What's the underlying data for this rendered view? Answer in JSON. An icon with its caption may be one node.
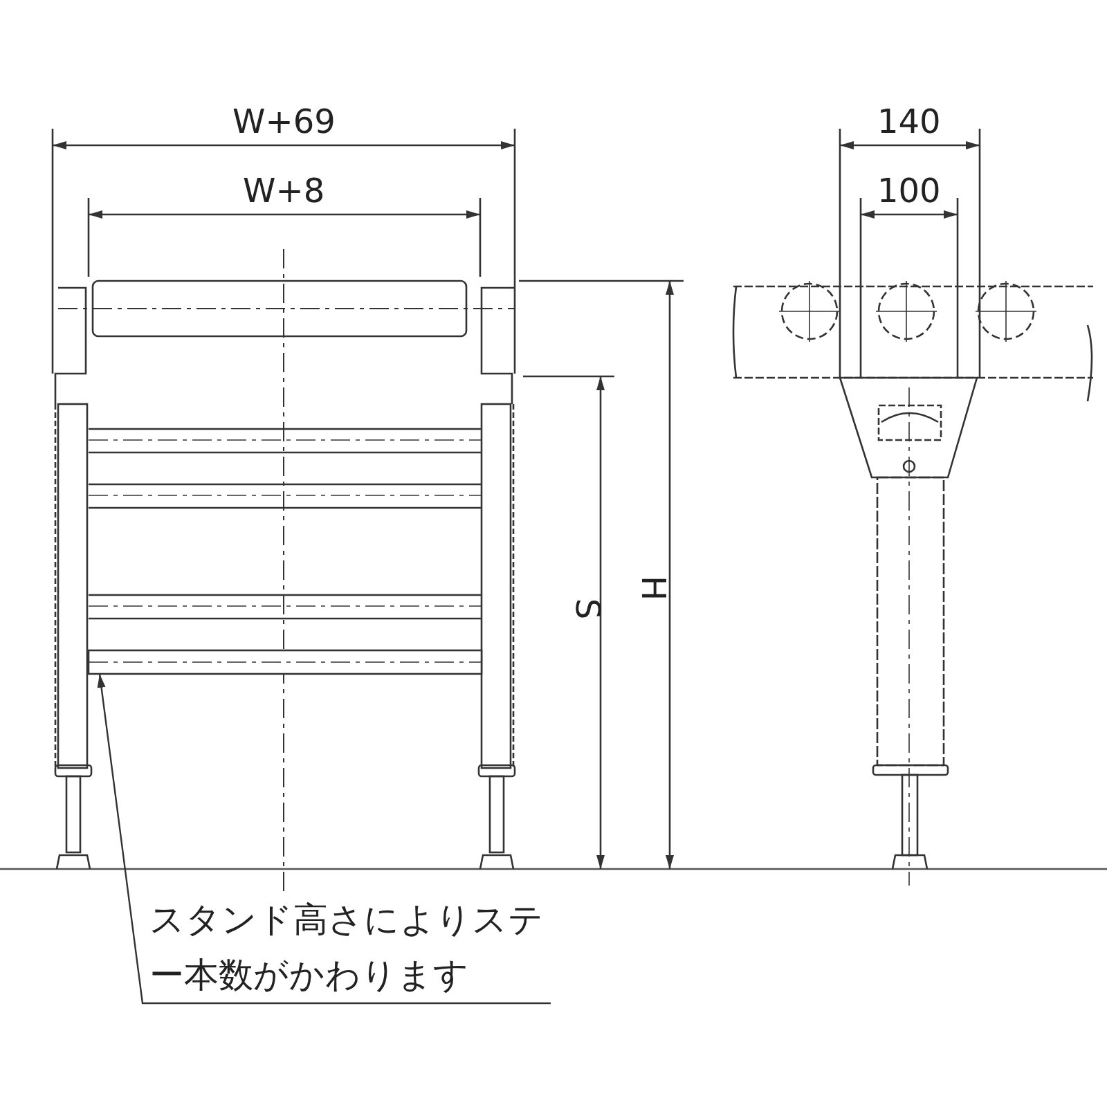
{
  "diagram": {
    "nodes": [
      {
        "text": [
          "スタンド高さによりステー本数がかわります"
        ]
      },
      {
        "text": [],
        "shape": "bar"
      }
    ],
    "edges": [
      {
        "from": 0,
        "to": 1,
        "arrow": "to"
      }
    ],
    "labels": [
      "W+69",
      "W+8",
      "S",
      "H",
      "140",
      "100"
    ]
  }
}
